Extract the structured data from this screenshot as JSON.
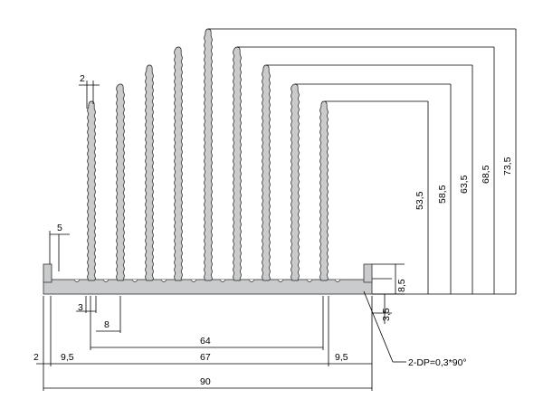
{
  "dimensions": {
    "tooth_width": "2",
    "edge_lip": "5",
    "base_thickness": "3",
    "first_gap": "8",
    "fin_span": "64",
    "inner_span": "67",
    "outer_width": "90",
    "left_offset": "2",
    "left_margin": "9,5",
    "right_margin": "9,5",
    "lip_height": "8,5",
    "base_height": "3,5",
    "fin_heights": [
      "53,5",
      "58,5",
      "63,5",
      "68,5",
      "73,5"
    ]
  },
  "callout": {
    "label": "2-DP=0,3*90°"
  },
  "colors": {
    "profile_fill": "#c9cbcd",
    "profile_stroke": "#444444",
    "line": "#000000"
  }
}
